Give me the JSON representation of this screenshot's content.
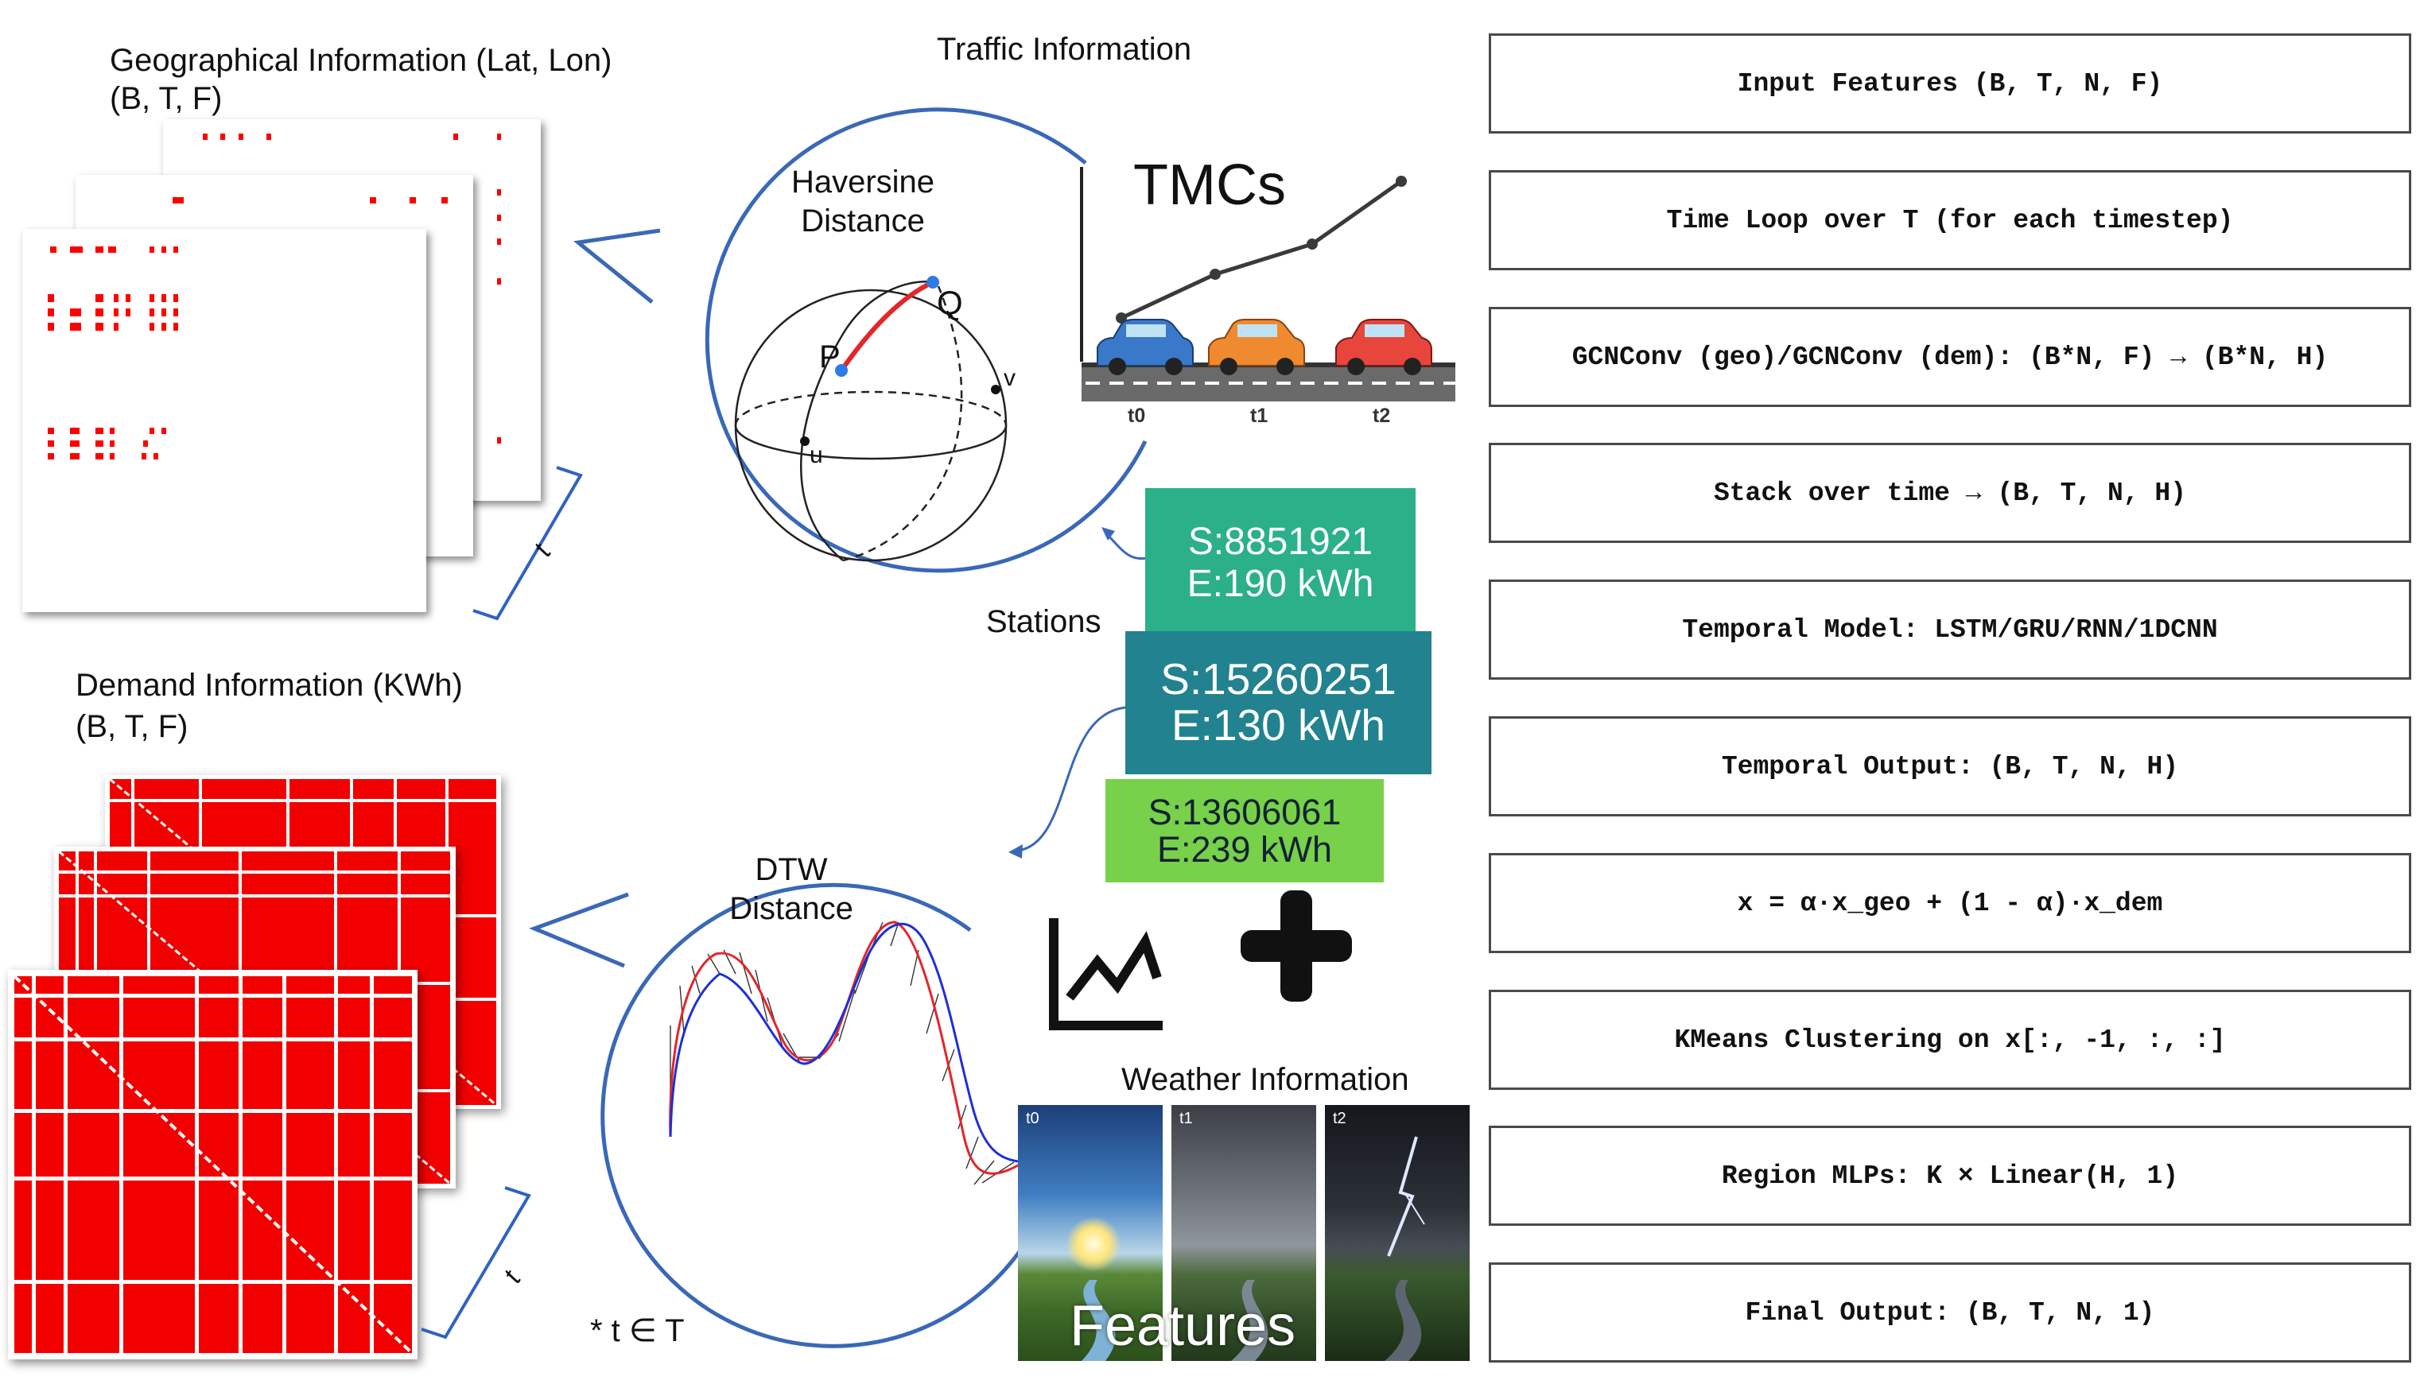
{
  "geo": {
    "title": "Geographical Information (Lat, Lon)",
    "shape": "(B, T, F)",
    "time_label": "t"
  },
  "demand": {
    "title": "Demand Information (KWh)",
    "shape": "(B, T, F)",
    "time_label": "t"
  },
  "traffic": {
    "title": "Traffic Information",
    "tmcs": "TMCs",
    "times": [
      "t0",
      "t1",
      "t2"
    ],
    "car_colors": [
      "#3a78c9",
      "#f08a30",
      "#e8453c"
    ]
  },
  "haversine": {
    "label": "Haversine\nDistance",
    "P": "P",
    "Q": "Q",
    "u": "u",
    "v": "v"
  },
  "dtw": {
    "label": "DTW\nDistance"
  },
  "stations": {
    "title": "Stations",
    "items": [
      {
        "s": "S:8851921",
        "e": "E:190 kWh",
        "color": "#2bb08a"
      },
      {
        "s": "S:15260251",
        "e": "E:130 kWh",
        "color": "#22828f"
      },
      {
        "s": "S:13606061",
        "e": "E:239 kWh",
        "color": "#77d14a"
      }
    ]
  },
  "weather": {
    "title": "Weather Information",
    "frames": [
      "t0",
      "t1",
      "t2"
    ],
    "caption": "Features"
  },
  "footnote": "* t ∈ T",
  "pipeline": [
    "Input Features (B, T, N, F)",
    "Time Loop over T (for each timestep)",
    "GCNConv (geo)/GCNConv (dem): (B*N, F) → (B*N, H)",
    "Stack over time → (B, T, N, H)",
    "Temporal Model: LSTM/GRU/RNN/1DCNN",
    "Temporal Output: (B, T, N, H)",
    "x = α·x_geo + (1 - α)·x_dem",
    "KMeans Clustering on x[:, -1, :, :]",
    "Region MLPs: K × Linear(H, 1)",
    "Final Output: (B, T, N, 1)"
  ]
}
